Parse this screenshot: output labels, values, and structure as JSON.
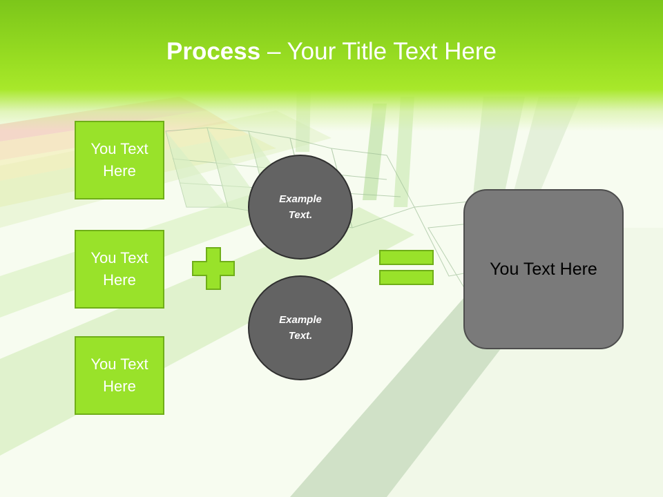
{
  "slide": {
    "title_bold": "Process",
    "title_rest": " – Your Title Text Here"
  },
  "inputs": [
    {
      "label": "You Text Here"
    },
    {
      "label": "You Text Here"
    },
    {
      "label": "You Text Here"
    }
  ],
  "operators": {
    "plus_icon": "plus-icon",
    "equals_icon": "equals-icon"
  },
  "circles": [
    {
      "label": "Example Text."
    },
    {
      "label": "Example Text."
    }
  ],
  "result": {
    "label": "You Text Here"
  },
  "colors": {
    "accent_green": "#99e22a",
    "box_border": "#6fae18",
    "circle_fill": "#636363",
    "result_fill": "#7a7a7a",
    "title_text": "#ffffff"
  }
}
